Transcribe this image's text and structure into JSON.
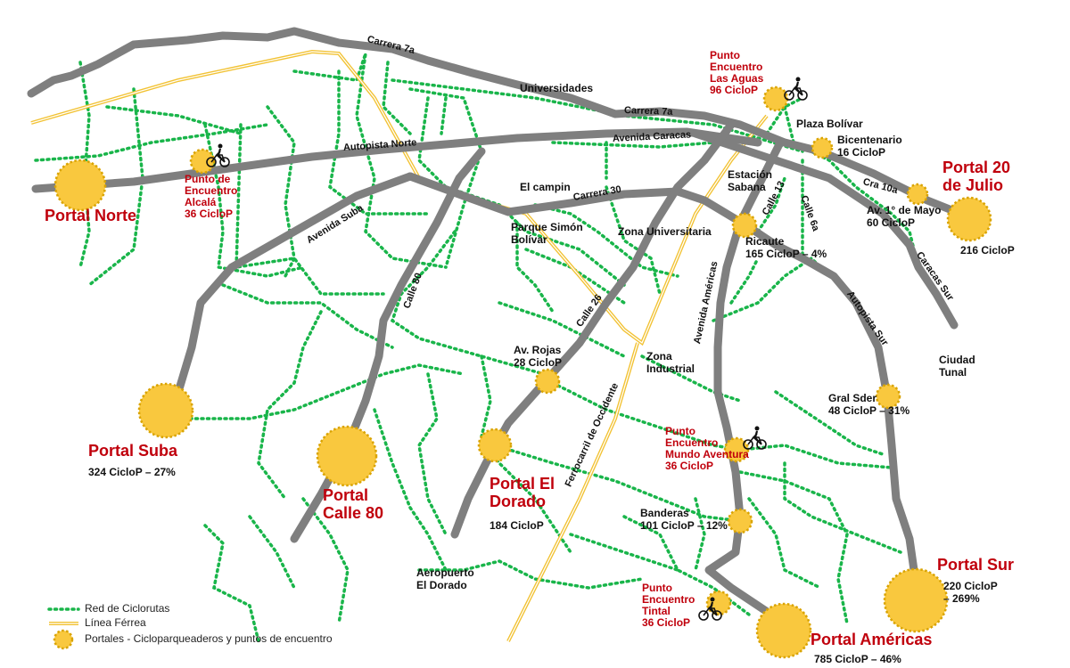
{
  "colors": {
    "road": "#7f7f7f",
    "cycle_route": "#19b54a",
    "rail": "#f2c233",
    "portal_fill": "#f9c83e",
    "portal_border": "#d9a300",
    "label_red": "#c0000c"
  },
  "legend": {
    "cycle_routes": "Red de Ciclorutas",
    "rail": "Línea Férrea",
    "portals": "Portales  - Cicloparqueaderos y puntos de encuentro"
  },
  "roads": {
    "carrera7a_a": "Carrera 7a",
    "carrera7a_b": "Carrera 7a",
    "autopista_norte": "Autopista Norte",
    "avenida_caracas": "Avenida Caracas",
    "carrera30": "Carrera 30",
    "avenida_suba": "Avenida Suba",
    "calle80": "Calle 80",
    "calle26": "Calle 26",
    "avenida_americas": "Avenida Américas",
    "calle13": "Calle 13",
    "calle6a": "Calle 6a",
    "cra10a": "Cra 10a",
    "caracas_sur": "Caracas Sur",
    "autopista_sur": "Autopista Sur",
    "ferrocarril": "Ferrocarril de Occidente"
  },
  "places": {
    "universidades": "Universidades",
    "plaza_bolivar": "Plaza Bolívar",
    "el_campin": "El campin",
    "parque_simon_bolivar": [
      "Parque Simón",
      "Bolívar"
    ],
    "zona_universitaria": "Zona Universitaria",
    "estacion_sabana": [
      "Estación",
      "Sabana"
    ],
    "zona_industrial": [
      "Zona",
      "Industrial"
    ],
    "ciudad_tunal": [
      "Ciudad",
      "Tunal"
    ],
    "aeropuerto": [
      "Aeropuerto",
      "El Dorado"
    ]
  },
  "stations": {
    "portal_norte": {
      "name": "Portal Norte"
    },
    "alcala": {
      "name": [
        "Punto de",
        "Encuentro",
        "Alcalá",
        "36 CicloP"
      ]
    },
    "las_aguas": {
      "name": [
        "Punto",
        "Encuentro",
        "Las Aguas",
        "96 CicloP"
      ]
    },
    "bicentenario": {
      "name": [
        "Bicentenario",
        "16 CicloP"
      ]
    },
    "portal_20_julio": {
      "name": [
        "Portal 20",
        "de Julio"
      ],
      "stat": "216 CicloP"
    },
    "av_1_mayo": {
      "name": [
        "Av. 1° de Mayo",
        "60 CicloP"
      ]
    },
    "ricaurte": {
      "name": [
        "Ricaute",
        "165 CicloP – 4%"
      ]
    },
    "portal_suba": {
      "name": "Portal Suba",
      "stat": "324 CicloP – 27%"
    },
    "portal_calle80": {
      "name": [
        "Portal",
        "Calle 80"
      ]
    },
    "av_rojas": {
      "name": [
        "Av. Rojas",
        "28 CicloP"
      ]
    },
    "portal_el_dorado": {
      "name": [
        "Portal El",
        "Dorado"
      ],
      "stat": "184 CicloP"
    },
    "gral_santander": {
      "name": [
        "Gral Sder",
        "48 CicloP – 31%"
      ]
    },
    "mundo_aventura": {
      "name": [
        "Punto",
        "Encuentro",
        "Mundo Aventura",
        "36 CicloP"
      ]
    },
    "banderas": {
      "name": [
        "Banderas",
        "101 CicloP – 12%"
      ]
    },
    "tintal": {
      "name": [
        "Punto",
        "Encuentro",
        "Tintal",
        "36 CicloP"
      ]
    },
    "portal_americas": {
      "name": "Portal Américas",
      "stat": "785 CicloP – 46%"
    },
    "portal_sur": {
      "name": "Portal Sur",
      "stat": [
        "220 CicloP",
        "– 269%"
      ]
    }
  },
  "icons": {
    "bicycle": "bicycle-icon",
    "portal": "portal-circle"
  }
}
